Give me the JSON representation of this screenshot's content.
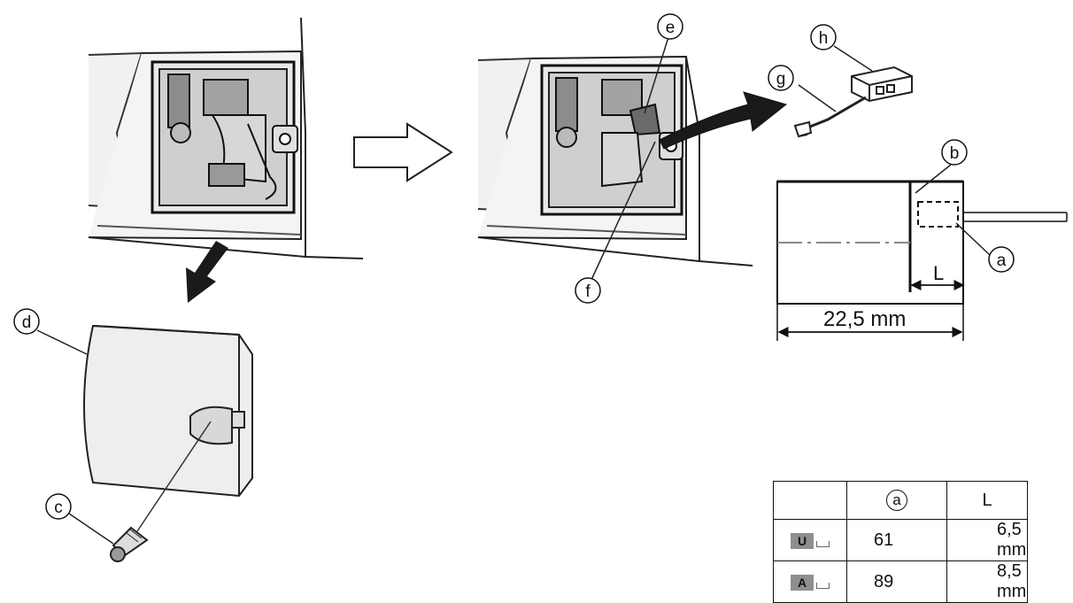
{
  "callouts": {
    "a": "a",
    "b": "b",
    "c": "c",
    "d": "d",
    "e": "e",
    "f": "f",
    "g": "g",
    "h": "h"
  },
  "dimensions": {
    "total_length": "22,5 mm",
    "l_label": "L"
  },
  "spec_table": {
    "header": {
      "a": "a",
      "l": "L"
    },
    "rows": [
      {
        "region": "U",
        "a": "61",
        "l": "6,5 mm"
      },
      {
        "region": "A",
        "a": "89",
        "l": "8,5 mm"
      }
    ]
  }
}
